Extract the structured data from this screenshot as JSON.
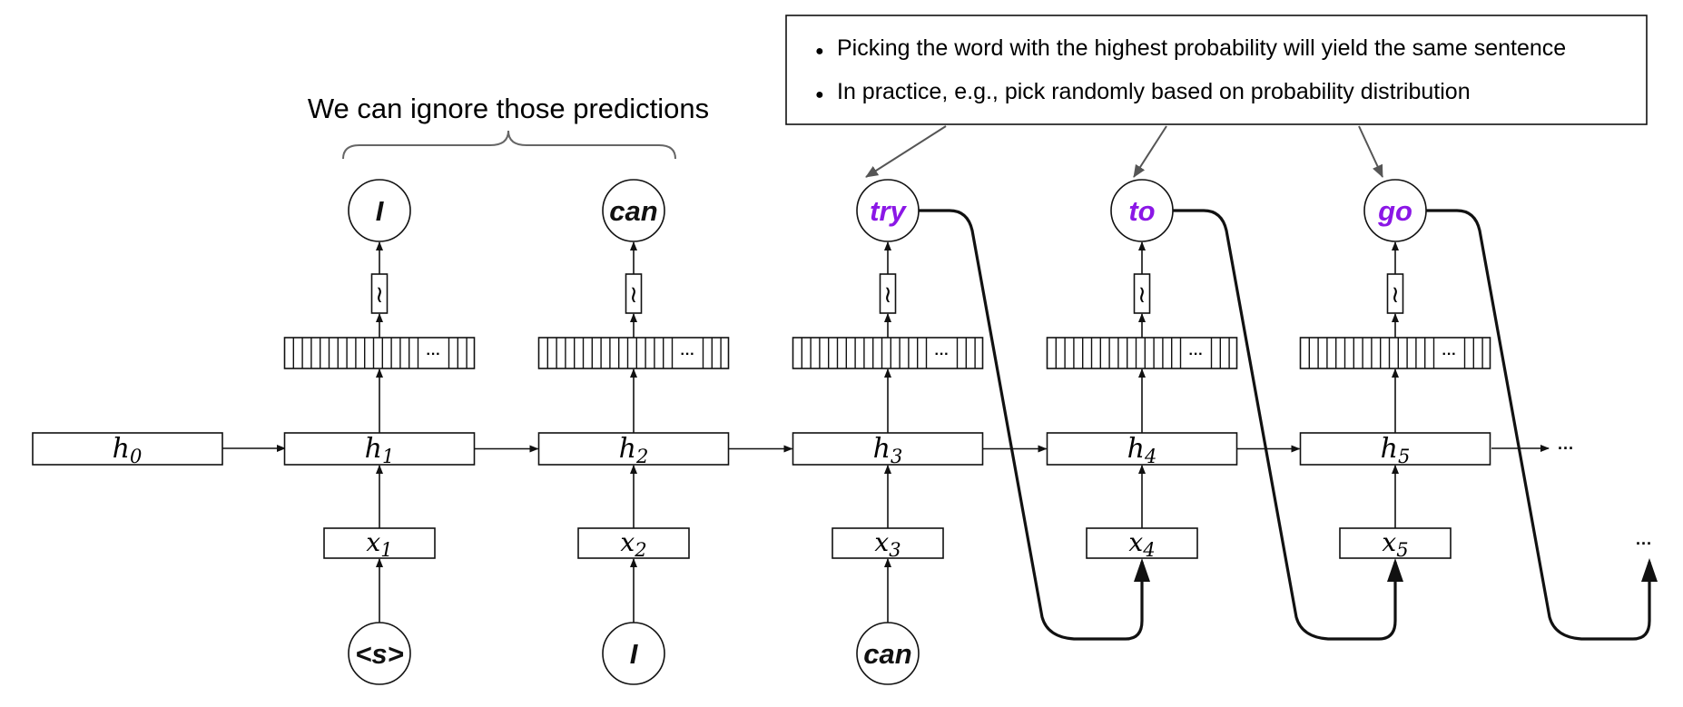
{
  "annotation": {
    "bullets": [
      "Picking the word with the highest probability will yield the same sentence",
      "In practice, e.g., pick randomly based on probability distribution"
    ],
    "bullet_glyph": "●"
  },
  "brace_label": "We can ignore those predictions",
  "initial_state": {
    "base": "h",
    "sub": "0"
  },
  "steps": [
    {
      "hidden": {
        "base": "h",
        "sub": "1"
      },
      "input": {
        "base": "x",
        "sub": "1"
      },
      "input_word": "<s>",
      "output_word": "I",
      "output_highlight": false
    },
    {
      "hidden": {
        "base": "h",
        "sub": "2"
      },
      "input": {
        "base": "x",
        "sub": "2"
      },
      "input_word": "I",
      "output_word": "can",
      "output_highlight": false
    },
    {
      "hidden": {
        "base": "h",
        "sub": "3"
      },
      "input": {
        "base": "x",
        "sub": "3"
      },
      "input_word": "can",
      "output_word": "try",
      "output_highlight": true
    },
    {
      "hidden": {
        "base": "h",
        "sub": "4"
      },
      "input": {
        "base": "x",
        "sub": "4"
      },
      "input_word": "",
      "output_word": "to",
      "output_highlight": true
    },
    {
      "hidden": {
        "base": "h",
        "sub": "5"
      },
      "input": {
        "base": "x",
        "sub": "5"
      },
      "input_word": "",
      "output_word": "go",
      "output_highlight": true
    }
  ],
  "softmax_glyph": "≀",
  "vector_ellipsis": "···",
  "continuation_glyph": "···",
  "colors": {
    "highlight": "#8b17e6",
    "stroke": "#111111",
    "pointer": "#555555",
    "brace": "#666666"
  }
}
